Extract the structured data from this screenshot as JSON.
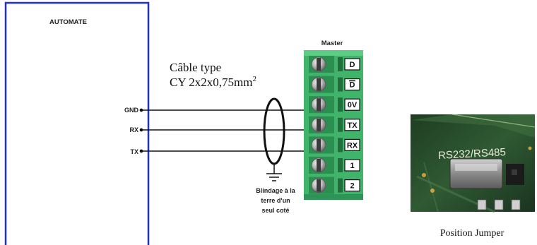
{
  "automate": {
    "title": "AUTOMATE",
    "pins": [
      "GND",
      "RX",
      "TX"
    ]
  },
  "cable": {
    "line1": "Câble type",
    "line2": "CY 2x2x0,75mm",
    "line2_sup": "2"
  },
  "shield": {
    "lines": [
      "Blindage à la",
      "terre d'un",
      "seul coté"
    ]
  },
  "connector": {
    "title": "Master",
    "terminals": [
      "D",
      "D",
      "0V",
      "TX",
      "RX",
      "1",
      "2"
    ],
    "overlined_index": 1
  },
  "photo": {
    "label": "RS232/RS485",
    "caption": "Position Jumper"
  },
  "colors": {
    "box_border": "#1e2fd6",
    "terminal_green": "#3fb46a",
    "pcb_green": "#2f5a32"
  }
}
